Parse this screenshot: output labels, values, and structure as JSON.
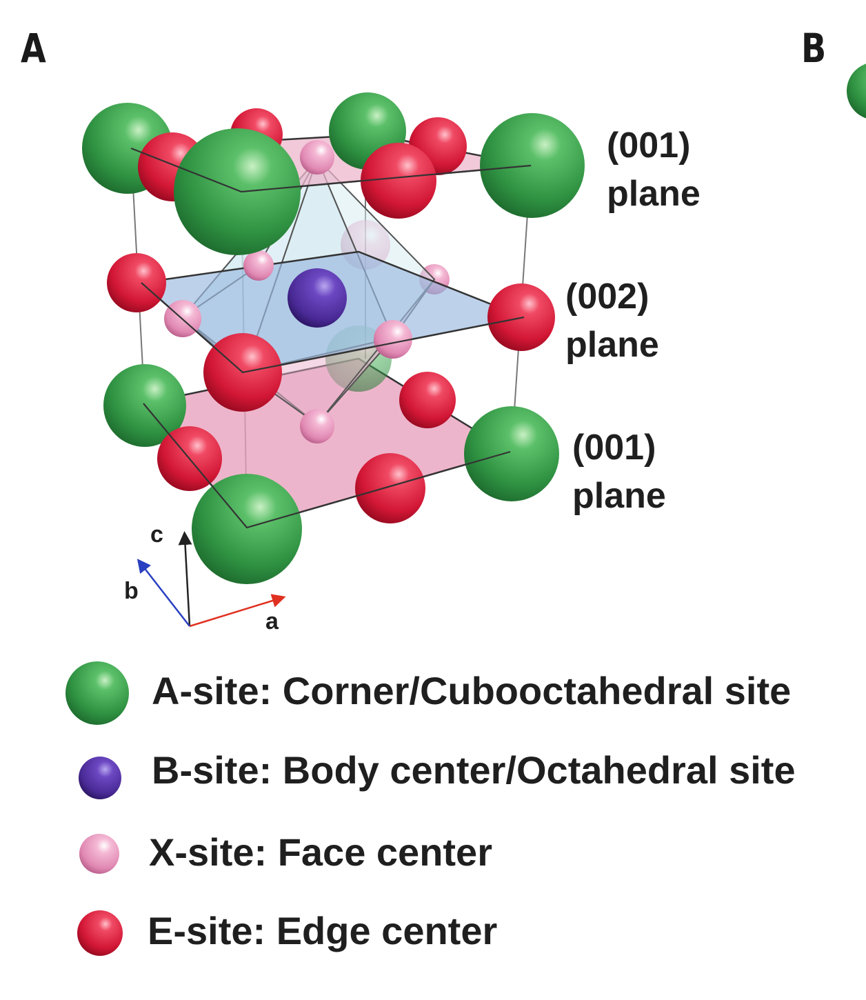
{
  "panels": {
    "a": "A",
    "b": "B"
  },
  "planes": [
    {
      "index": "(001)",
      "word": "plane"
    },
    {
      "index": "(002)",
      "word": "plane"
    },
    {
      "index": "(001)",
      "word": "plane"
    }
  ],
  "axes": {
    "a": "a",
    "b": "b",
    "c": "c"
  },
  "legend": [
    {
      "text": "A-site: Corner/Cubooctahedral site",
      "color": "#3b9e4a"
    },
    {
      "text": "B-site: Body center/Octahedral site",
      "color": "#5a3aa8"
    },
    {
      "text": "X-site: Face center",
      "color": "#e79bc0"
    },
    {
      "text": "E-site: Edge center",
      "color": "#d81f3c"
    }
  ]
}
